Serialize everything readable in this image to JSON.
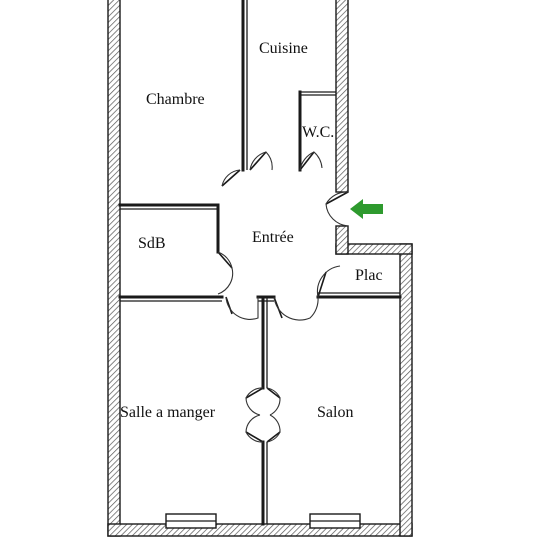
{
  "plan": {
    "rooms": [
      {
        "id": "chambre",
        "label": "Chambre"
      },
      {
        "id": "cuisine",
        "label": "Cuisine"
      },
      {
        "id": "wc",
        "label": "W.C."
      },
      {
        "id": "entree",
        "label": "Entrée"
      },
      {
        "id": "sdb",
        "label": "SdB"
      },
      {
        "id": "plac",
        "label": "Plac"
      },
      {
        "id": "salle",
        "label": "Salle a manger"
      },
      {
        "id": "salon",
        "label": "Salon"
      }
    ],
    "entrance_arrow_color": "#2e9a2e"
  }
}
